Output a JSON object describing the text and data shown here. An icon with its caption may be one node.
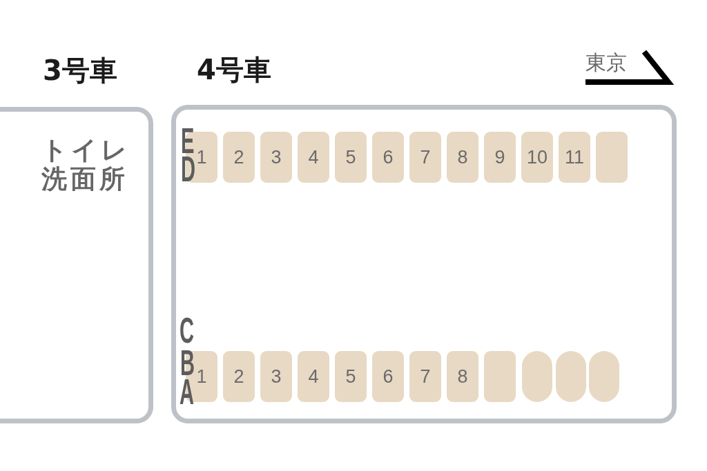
{
  "diagram": {
    "nodes": [
      {
        "text": [
          "3号車",
          "トイレ洗面所"
        ]
      },
      {
        "text": [
          "4号車"
        ]
      },
      {
        "text": [
          "1"
        ],
        "in": 1
      },
      {
        "text": [
          "2"
        ],
        "in": 1
      },
      {
        "text": [
          "3"
        ],
        "in": 1
      },
      {
        "text": [
          "4"
        ],
        "in": 1
      },
      {
        "text": [
          "5"
        ],
        "in": 1
      },
      {
        "text": [
          "6"
        ],
        "in": 1
      },
      {
        "text": [
          "7"
        ],
        "in": 1
      },
      {
        "text": [
          "8"
        ],
        "in": 1
      },
      {
        "text": [
          "9"
        ],
        "in": 1
      },
      {
        "text": [
          "10"
        ],
        "in": 1
      },
      {
        "text": [
          "11"
        ],
        "in": 1
      },
      {
        "text": [],
        "shape": "box",
        "in": 1
      },
      {
        "text": [
          "1"
        ],
        "in": 1
      },
      {
        "text": [
          "2"
        ],
        "in": 1
      },
      {
        "text": [
          "3"
        ],
        "in": 1
      },
      {
        "text": [
          "4"
        ],
        "in": 1
      },
      {
        "text": [
          "5"
        ],
        "in": 1
      },
      {
        "text": [
          "6"
        ],
        "in": 1
      },
      {
        "text": [
          "7"
        ],
        "in": 1
      },
      {
        "text": [
          "8"
        ],
        "in": 1
      },
      {
        "text": [],
        "shape": "box",
        "in": 1
      },
      {
        "text": [],
        "shape": "oval",
        "in": 1
      },
      {
        "text": [],
        "shape": "oval",
        "in": 1
      },
      {
        "text": [],
        "shape": "oval",
        "in": 1
      }
    ],
    "labels": [
      "東京",
      "E",
      "D",
      "C",
      "B",
      "A"
    ]
  }
}
